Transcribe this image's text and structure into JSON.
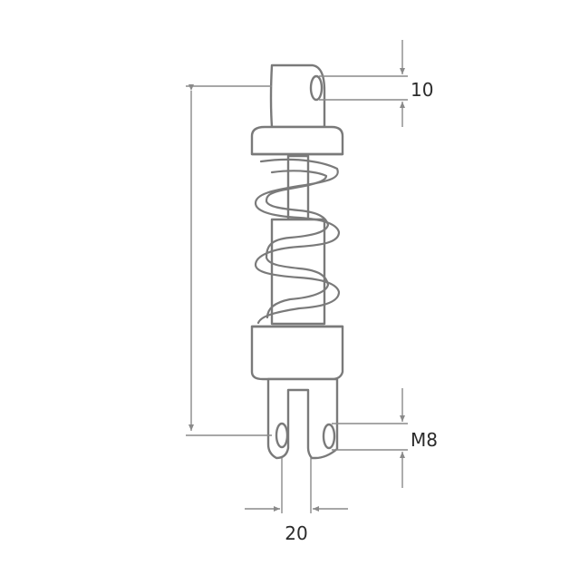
{
  "diagram": {
    "stroke_color": "#7a7a7a",
    "dimension_color": "#8a8a8a",
    "text_color": "#2b2b2b",
    "labels": {
      "eye_diameter": "10",
      "thread_size": "M8",
      "fork_width": "20"
    }
  }
}
